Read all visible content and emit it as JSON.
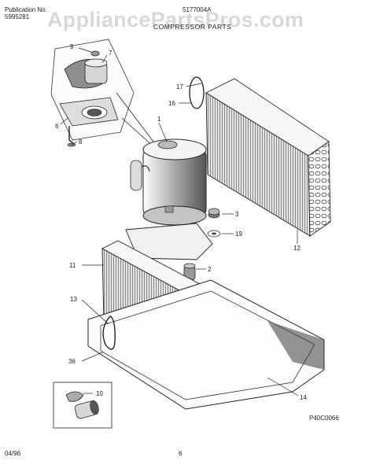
{
  "header": {
    "publication_label": "Publication No.",
    "publication_number": "5995281",
    "model_number": "5177004A",
    "section_title": "COMPRESSOR PARTS",
    "watermark": "AppliancePartsPros.com"
  },
  "diagram": {
    "callouts": [
      {
        "id": "9",
        "label": "9"
      },
      {
        "id": "7",
        "label": "7"
      },
      {
        "id": "6",
        "label": "6"
      },
      {
        "id": "8",
        "label": "8"
      },
      {
        "id": "1",
        "label": "1"
      },
      {
        "id": "17",
        "label": "17"
      },
      {
        "id": "16",
        "label": "16"
      },
      {
        "id": "3",
        "label": "3"
      },
      {
        "id": "19",
        "label": "19"
      },
      {
        "id": "12",
        "label": "12"
      },
      {
        "id": "11",
        "label": "11"
      },
      {
        "id": "2",
        "label": "2"
      },
      {
        "id": "13",
        "label": "13"
      },
      {
        "id": "36",
        "label": "36"
      },
      {
        "id": "14",
        "label": "14"
      },
      {
        "id": "10",
        "label": "10"
      }
    ],
    "drawing_code": "P40C0066"
  },
  "footer": {
    "date": "04/96",
    "page": "6"
  }
}
